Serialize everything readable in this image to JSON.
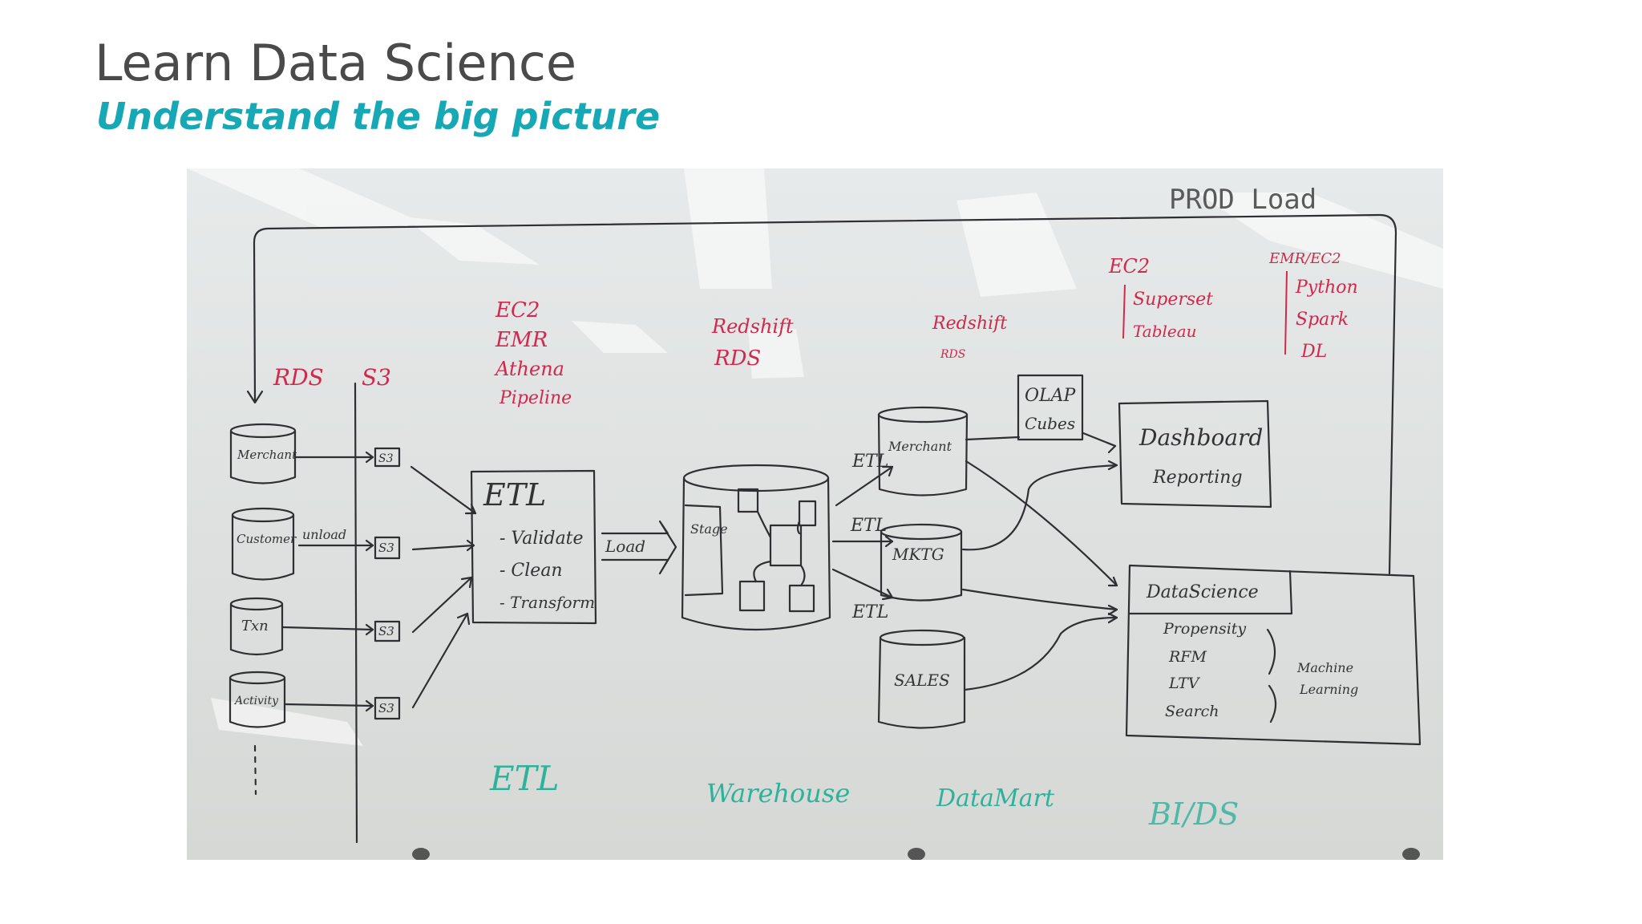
{
  "slide": {
    "title": "Learn Data Science",
    "subtitle": "Understand the big picture"
  },
  "colors": {
    "title": "#4a4a4a",
    "subtitle_accent": "#16a9b5",
    "marker_black": "#2f2f33",
    "marker_red": "#d0294d",
    "marker_green": "#2fb29a"
  },
  "whiteboard": {
    "feedback_label": "PROD Load",
    "sources_header": {
      "rds": "RDS",
      "s3": "S3"
    },
    "sources": [
      "Merchant",
      "Customer",
      "Txn",
      "Activity"
    ],
    "unload_label": "unload",
    "s3_boxes": [
      "S3",
      "S3",
      "S3",
      "S3"
    ],
    "etl_tools": [
      "EC2",
      "EMR",
      "Athena",
      "Pipeline"
    ],
    "etl_box": {
      "title": "ETL",
      "steps": [
        "- Validate",
        "- Clean",
        "- Transform"
      ]
    },
    "load_label": "Load",
    "warehouse_tools": [
      "Redshift",
      "RDS"
    ],
    "stage_label": "Stage",
    "etl_arrow_labels": [
      "ETL",
      "ETL",
      "ETL"
    ],
    "datamart_tools": [
      "Redshift",
      "RDS"
    ],
    "datamarts": [
      "Merchant",
      "MKTG",
      "SALES"
    ],
    "olap": [
      "OLAP",
      "Cubes"
    ],
    "bi_tools": {
      "header": "EC2",
      "items": [
        "Superset",
        "Tableau"
      ]
    },
    "ds_tools": {
      "header": "EMR/EC2",
      "items": [
        "Python",
        "Spark",
        "DL"
      ]
    },
    "dashboard": [
      "Dashboard",
      "Reporting"
    ],
    "datascience": {
      "title": "DataScience",
      "items": [
        "Propensity",
        "RFM",
        "LTV",
        "Search"
      ],
      "ml_label": [
        "Machine",
        "Learning"
      ]
    },
    "stages": [
      "ETL",
      "Warehouse",
      "DataMart",
      "BI/DS"
    ]
  }
}
